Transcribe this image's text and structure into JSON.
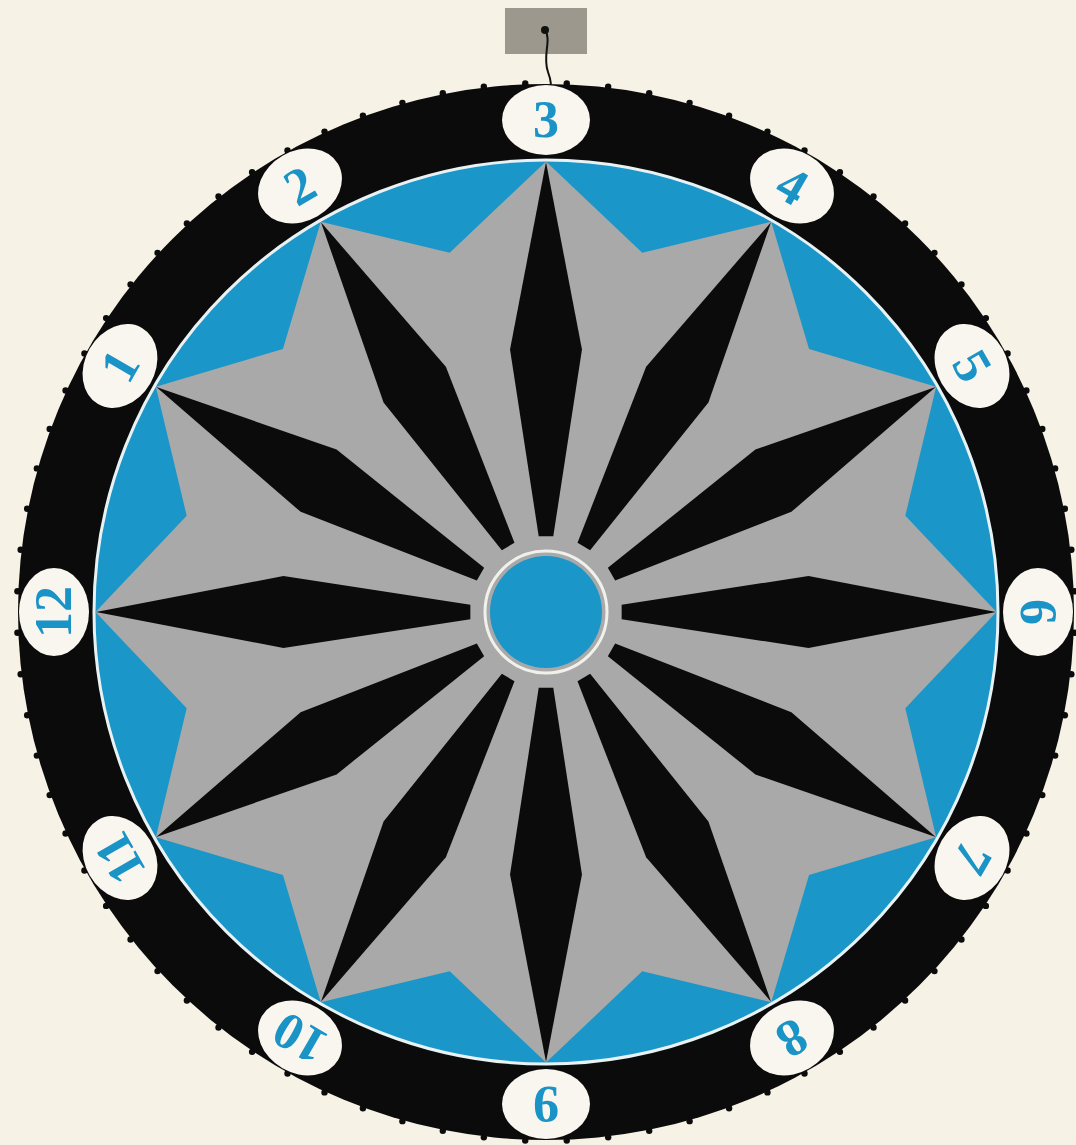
{
  "diagram": {
    "nodes": [
      {
        "text": [
          "3"
        ]
      },
      {
        "text": [
          "2"
        ]
      },
      {
        "text": [
          "4"
        ]
      },
      {
        "text": [
          "1"
        ]
      },
      {
        "text": [
          "5"
        ]
      },
      {
        "text": [
          "12"
        ]
      },
      {
        "text": [
          "6"
        ]
      },
      {
        "text": [
          "11"
        ]
      },
      {
        "text": [
          "7"
        ]
      },
      {
        "text": [
          "10"
        ]
      },
      {
        "text": [
          "8"
        ]
      },
      {
        "text": [
          "9"
        ]
      }
    ]
  }
}
